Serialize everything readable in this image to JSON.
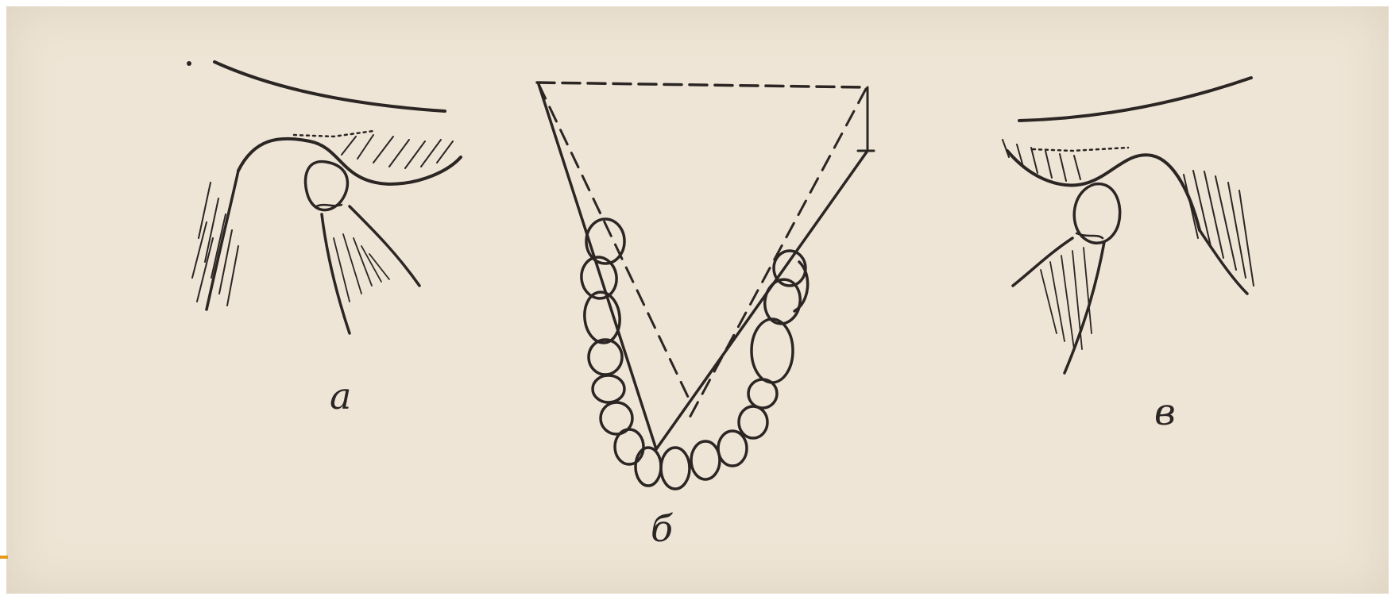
{
  "figure": {
    "labels": {
      "a": "а",
      "b": "б",
      "c": "в"
    },
    "colors": {
      "paper": "#eee5d6",
      "ink": "#2b2624",
      "accent": "#e69a1e"
    }
  }
}
